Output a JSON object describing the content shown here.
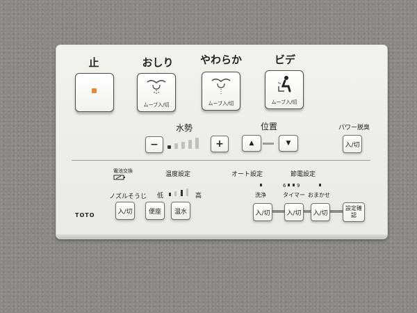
{
  "panel": {
    "brand": "TOTO",
    "top_buttons": [
      {
        "label": "止",
        "sub": ""
      },
      {
        "label": "おしり",
        "sub": "ムーブ入/切"
      },
      {
        "label": "やわらか",
        "sub": "ムーブ入/切"
      },
      {
        "label": "ビデ",
        "sub": "ムーブ入/切"
      }
    ],
    "water_pressure": {
      "label": "水勢",
      "minus": "−",
      "plus": "+"
    },
    "position": {
      "label": "位置",
      "up": "▲",
      "down": "▼"
    },
    "power_deodorize": {
      "label": "パワー脱臭",
      "button": "入/切"
    },
    "battery": {
      "label": "電池交換"
    },
    "nozzle_clean": {
      "label": "ノズルそうじ",
      "button": "入/切"
    },
    "temperature": {
      "label": "温度設定",
      "low": "低",
      "high": "高",
      "seat": "便座",
      "water": "温水"
    },
    "auto": {
      "label": "オート設定",
      "wash": "洗浄",
      "button": "入/切"
    },
    "energy": {
      "label": "節電設定",
      "h6": "6",
      "h9": "9",
      "timer": "タイマー",
      "omakase": "おまかせ",
      "timer_button": "入/切",
      "omakase_button": "入/切",
      "confirm": "設定確認"
    },
    "colors": {
      "stop_indicator": "#e8863a",
      "panel": "#ececea"
    }
  }
}
